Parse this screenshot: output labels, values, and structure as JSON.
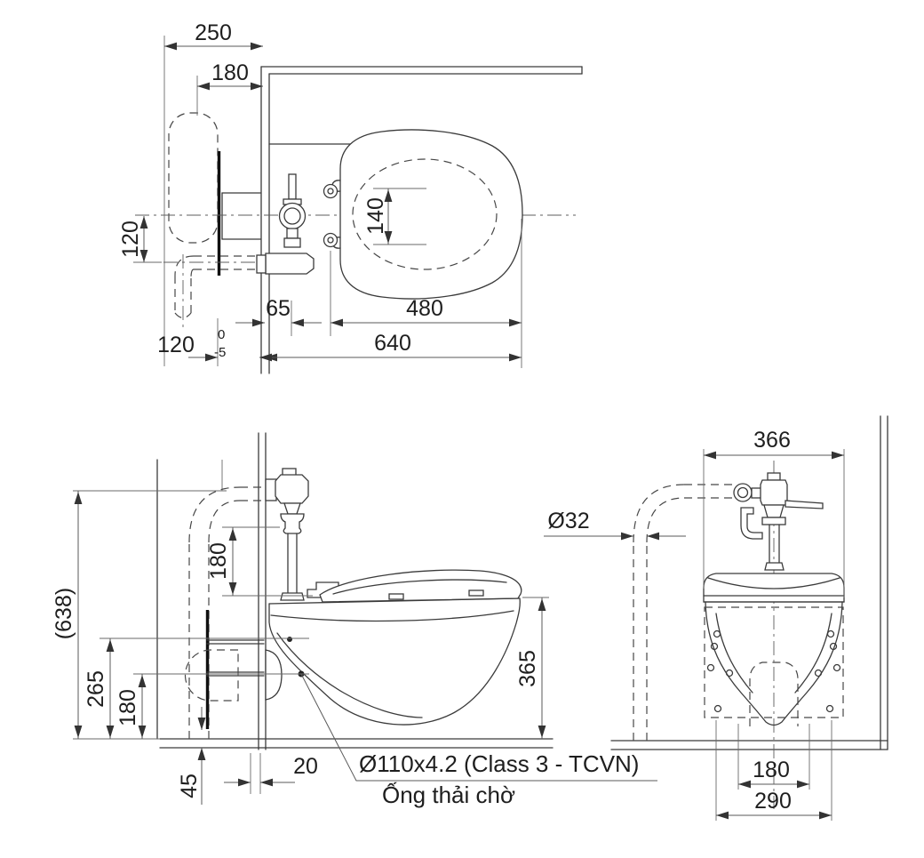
{
  "labels": {
    "plan": {
      "back_width": "250",
      "pipe_offset": "180",
      "drop_offset": "120",
      "back_clearance": "120",
      "tol_upper": "0",
      "tol_lower": "-5",
      "bolt_spacing": "140",
      "rim_offset": "65",
      "seat_length": "480",
      "total_depth": "640"
    },
    "side": {
      "total_height": "(638)",
      "inlet_height": "180",
      "hole_upper": "265",
      "hole_lower": "180",
      "plate_gap": "45",
      "wall_gap": "20",
      "rim_height": "365",
      "drain_spec": "Ø110x4.2 (Class 3 - TCVN)",
      "drain_note": "Ống thải chờ"
    },
    "front": {
      "total_width": "366",
      "pipe_dia": "Ø32",
      "bolt_spacing": "180",
      "mount_width": "290"
    }
  },
  "colors": {
    "ink": "#3b3b3b",
    "text": "#1e1e1e",
    "background": "#ffffff"
  }
}
